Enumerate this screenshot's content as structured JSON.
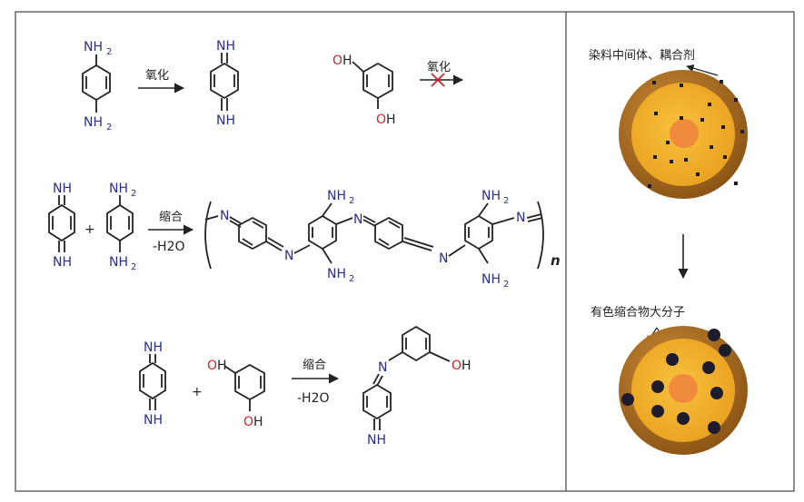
{
  "colors": {
    "nitrogen": "#2b2f8a",
    "oxygen": "#d2232a",
    "text": "#222222",
    "shell": "#a8681e",
    "core": "#f3b22b",
    "center": "#f08a3c",
    "particle": "#1c1c2c"
  },
  "row1": {
    "ppd_top": "NH",
    "ppd_top_sub": "2",
    "ppd_bottom": "NH",
    "ppd_bottom_sub": "2",
    "arrow1": "氧化",
    "qdi_top": "NH",
    "qdi_bottom": "NH",
    "res_o1": "O",
    "res_h1": "H",
    "res_o2": "O",
    "res_h2": "H",
    "arrow2": "氧化"
  },
  "row2": {
    "qdi_top": "NH",
    "qdi_bottom": "NH",
    "plus": "+",
    "ppd_top": "NH",
    "ppd_top_sub": "2",
    "ppd_bottom": "NH",
    "ppd_bottom_sub": "2",
    "arrow_top": "缩合",
    "arrow_bottom": "-H2O",
    "n1": "N",
    "n2": "N",
    "n3": "N",
    "n4": "N",
    "n5": "N",
    "nh2_1": "NH",
    "nh2_1_sub": "2",
    "nh2_2": "NH",
    "nh2_2_sub": "2",
    "nh2_3": "NH",
    "nh2_3_sub": "2",
    "nh2_4": "NH",
    "nh2_4_sub": "2",
    "repeat_n": "n"
  },
  "row3": {
    "qdi_top": "NH",
    "qdi_bottom": "NH",
    "plus": "+",
    "res_o1": "O",
    "res_h1": "H",
    "res_o2": "O",
    "res_h2": "H",
    "arrow_top": "缩合",
    "arrow_bottom": "-H2O",
    "prod_n": "N",
    "prod_o": "O",
    "prod_h": "H",
    "prod_nh": "NH"
  },
  "right": {
    "label_top": "染料中间体、耦合剂",
    "label_bottom": "有色缩合物大分子"
  }
}
